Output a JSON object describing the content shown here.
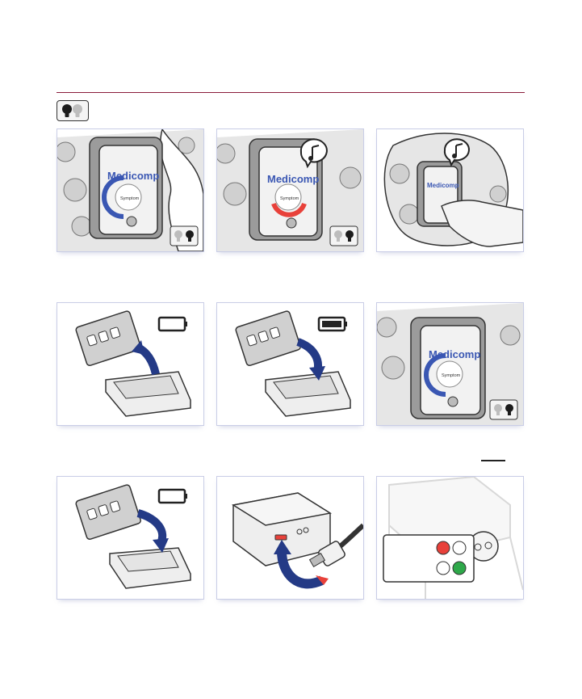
{
  "panel_1": {
    "brand_text": "Medicomp",
    "button_text": "Symptom"
  },
  "panel_2": {
    "brand_text": "Medicomp",
    "button_text": "Symptom"
  },
  "panel_3": {
    "brand_text": "Medicomp"
  },
  "panel_6": {
    "brand_text": "Medicomp",
    "button_text": "Symptom"
  },
  "colors": {
    "brand_blue": "#3a57b3",
    "arrow_navy": "#243a86",
    "symptom_red": "#e8413a",
    "led_red": "#e8413a",
    "led_green": "#2ea84a",
    "frame_border": "#c9cde6",
    "rule_color": "#8a1c3a"
  },
  "icons": [
    "bulb-pair-icon",
    "music-note-icon",
    "battery-empty-icon",
    "battery-full-icon",
    "charge-arrow-icon",
    "usb-cable-icon",
    "led-status-icon"
  ]
}
